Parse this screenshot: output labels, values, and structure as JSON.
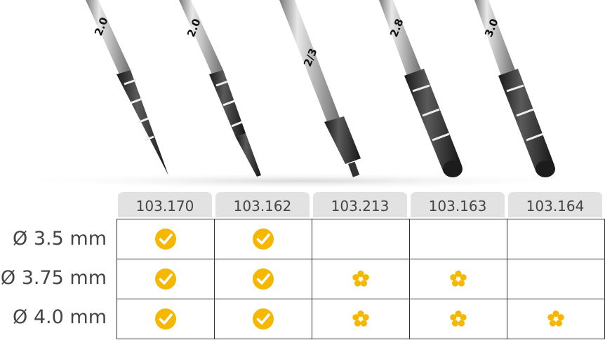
{
  "drills": [
    {
      "shaft_mark": "2.0"
    },
    {
      "shaft_mark": "2.0"
    },
    {
      "shaft_mark": "2/3"
    },
    {
      "shaft_mark": "2.8"
    },
    {
      "shaft_mark": "3.0"
    }
  ],
  "columns": [
    "103.170",
    "103.162",
    "103.213",
    "103.163",
    "103.164"
  ],
  "rows": [
    {
      "label": "Ø 3.5 mm",
      "cells": [
        "check",
        "check",
        "none",
        "none",
        "none"
      ]
    },
    {
      "label": "Ø 3.75 mm",
      "cells": [
        "check",
        "check",
        "flower",
        "flower",
        "none"
      ]
    },
    {
      "label": "Ø 4.0 mm",
      "cells": [
        "check",
        "check",
        "flower",
        "flower",
        "flower"
      ]
    }
  ],
  "colors": {
    "accent": "#f5b700",
    "border": "#333333",
    "header_bg": "#e2e2e2"
  },
  "icons": {
    "check": "checkmark-circle-icon",
    "flower": "flower-icon",
    "none": ""
  }
}
